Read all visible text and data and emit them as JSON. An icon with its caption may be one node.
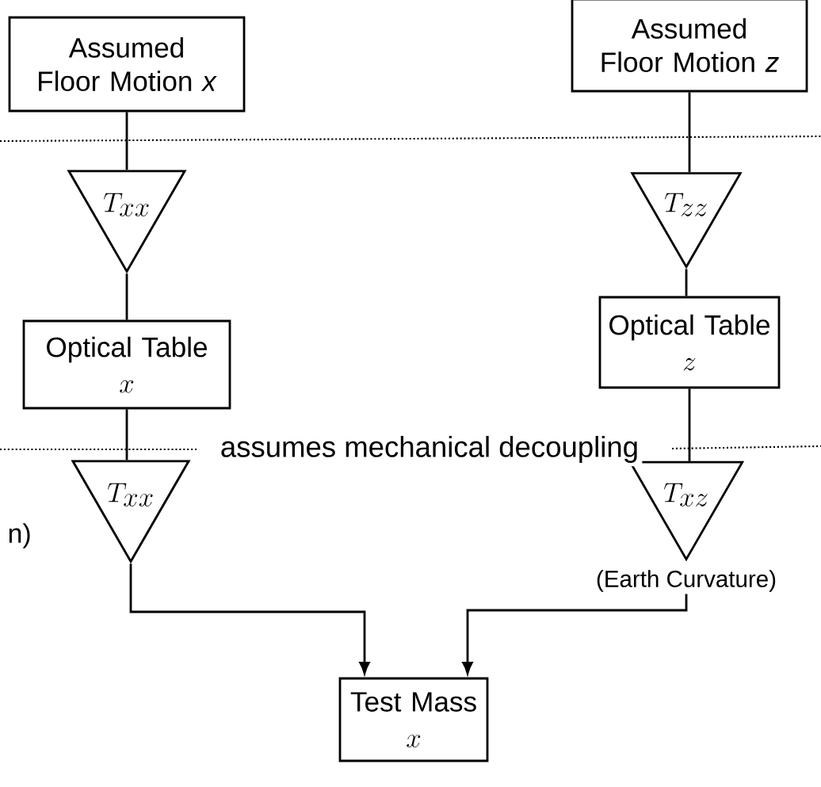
{
  "diagram": {
    "nodes": [
      {
        "text": [
          "Assumed Floor Motion *x*"
        ]
      },
      {
        "text": [
          "Assumed Floor Motion *z*"
        ]
      },
      {
        "text": [
          "T_{xx}"
        ]
      },
      {
        "text": [
          "T_{zz}"
        ]
      },
      {
        "text": [
          "Optical Table",
          "x"
        ]
      },
      {
        "text": [
          "Optical Table",
          "z"
        ]
      },
      {
        "text": [
          "T_{xx}"
        ]
      },
      {
        "text": [
          "T_{xz}"
        ],
        "beside": [
          "(Earth Curvature)"
        ]
      },
      {
        "text": [
          "Test Mass",
          "x"
        ]
      }
    ],
    "edges": [
      {
        "from": 0,
        "to": 2,
        "arrow": "none"
      },
      {
        "from": 2,
        "to": 4,
        "arrow": "none"
      },
      {
        "from": 4,
        "to": 6,
        "arrow": "none"
      },
      {
        "from": 6,
        "to": 8,
        "arrow": "to"
      },
      {
        "from": 1,
        "to": 3,
        "arrow": "none"
      },
      {
        "from": 3,
        "to": 5,
        "arrow": "none"
      },
      {
        "from": 5,
        "to": 7,
        "arrow": "none"
      },
      {
        "from": 7,
        "to": 8,
        "arrow": "to"
      }
    ],
    "labels": [
      "assumes mechanical decoupling",
      "n)"
    ]
  }
}
